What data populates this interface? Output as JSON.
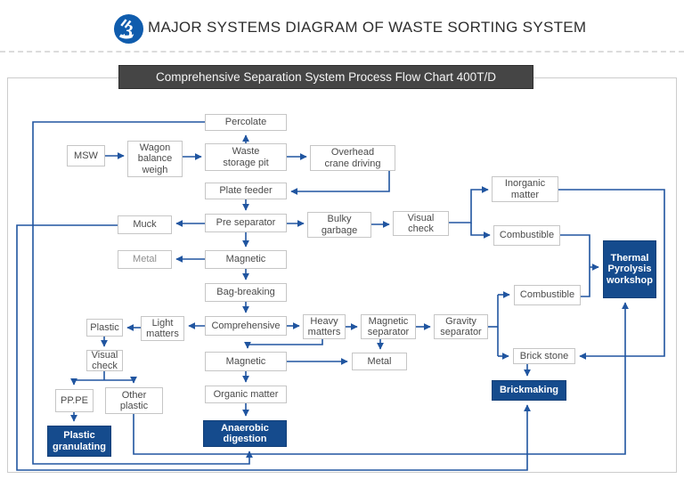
{
  "header": {
    "title": "MAJOR SYSTEMS DIAGRAM OF WASTE SORTING SYSTEM"
  },
  "banner": {
    "title": "Comprehensive Separation System Process Flow Chart 400T/D"
  },
  "colors": {
    "flow_line": "#2055a0",
    "dark_box_bg": "#154b8d",
    "dark_box_text": "#ffffff",
    "box_border": "#c6c6c6",
    "label_text": "#4a4a4a",
    "banner_bg": "#454545",
    "logo_blue": "#0f5cad"
  },
  "nodes": {
    "msw": {
      "label": "MSW"
    },
    "wagon_balance_weigh": {
      "label": "Wagon\nbalance\nweigh"
    },
    "waste_storage_pit": {
      "label": "Waste\nstorage pit"
    },
    "percolate": {
      "label": "Percolate"
    },
    "overhead_crane_driving": {
      "label": "Overhead\ncrane driving"
    },
    "plate_feeder": {
      "label": "Plate feeder"
    },
    "muck": {
      "label": "Muck"
    },
    "pre_separator": {
      "label": "Pre separator"
    },
    "bulky_garbage": {
      "label": "Bulky\ngarbage"
    },
    "visual_check_1": {
      "label": "Visual\ncheck"
    },
    "inorganic_matter": {
      "label": "Inorganic\nmatter"
    },
    "combustible_1": {
      "label": "Combustible"
    },
    "combustible_2": {
      "label": "Combustible"
    },
    "metal_1": {
      "label": "Metal"
    },
    "magnetic_1": {
      "label": "Magnetic"
    },
    "bag_breaking": {
      "label": "Bag-breaking"
    },
    "comprehensive": {
      "label": "Comprehensive"
    },
    "light_matters": {
      "label": "Light\nmatters"
    },
    "plastic": {
      "label": "Plastic"
    },
    "visual_check_2": {
      "label": "Visual\ncheck"
    },
    "pp_pe": {
      "label": "PP.PE"
    },
    "other_plastic": {
      "label": "Other\nplastic"
    },
    "plastic_granulating": {
      "label": "Plastic\ngranulating"
    },
    "heavy_matters": {
      "label": "Heavy\nmatters"
    },
    "magnetic_separator": {
      "label": "Magnetic\nseparator"
    },
    "gravity_separator": {
      "label": "Gravity\nseparator"
    },
    "magnetic_2": {
      "label": "Magnetic"
    },
    "metal_2": {
      "label": "Metal"
    },
    "organic_matter": {
      "label": "Organic matter"
    },
    "anaerobic_digestion": {
      "label": "Anaerobic\ndigestion"
    },
    "thermal_pyrolysis_workshop": {
      "label": "Thermal\nPyrolysis\nworkshop"
    },
    "brick_stone": {
      "label": "Brick stone"
    },
    "brickmaking": {
      "label": "Brickmaking"
    }
  },
  "edges": [
    "msw>wagon_balance_weigh",
    "wagon_balance_weigh>waste_storage_pit",
    "waste_storage_pit>percolate",
    "waste_storage_pit>overhead_crane_driving",
    "overhead_crane_driving>plate_feeder",
    "plate_feeder>pre_separator",
    "pre_separator>muck",
    "pre_separator>bulky_garbage",
    "pre_separator>magnetic_1",
    "bulky_garbage>visual_check_1",
    "visual_check_1>inorganic_matter",
    "visual_check_1>combustible_1",
    "inorganic_matter>brick_stone",
    "combustible_1>thermal_pyrolysis_workshop",
    "combustible_2>thermal_pyrolysis_workshop",
    "magnetic_1>metal_1",
    "magnetic_1>bag_breaking",
    "bag_breaking>comprehensive",
    "comprehensive>light_matters",
    "comprehensive>heavy_matters",
    "light_matters>plastic",
    "plastic>visual_check_2",
    "visual_check_2>pp_pe",
    "visual_check_2>other_plastic",
    "pp_pe>plastic_granulating",
    "other_plastic>thermal_pyrolysis_workshop",
    "heavy_matters>magnetic_separator",
    "heavy_matters>magnetic_2",
    "magnetic_separator>gravity_separator",
    "magnetic_separator>metal_2",
    "magnetic_2>metal_2",
    "magnetic_2>organic_matter",
    "organic_matter>anaerobic_digestion",
    "gravity_separator>combustible_2",
    "gravity_separator>brick_stone",
    "brick_stone>brickmaking",
    "percolate>anaerobic_digestion",
    "muck>brickmaking"
  ]
}
